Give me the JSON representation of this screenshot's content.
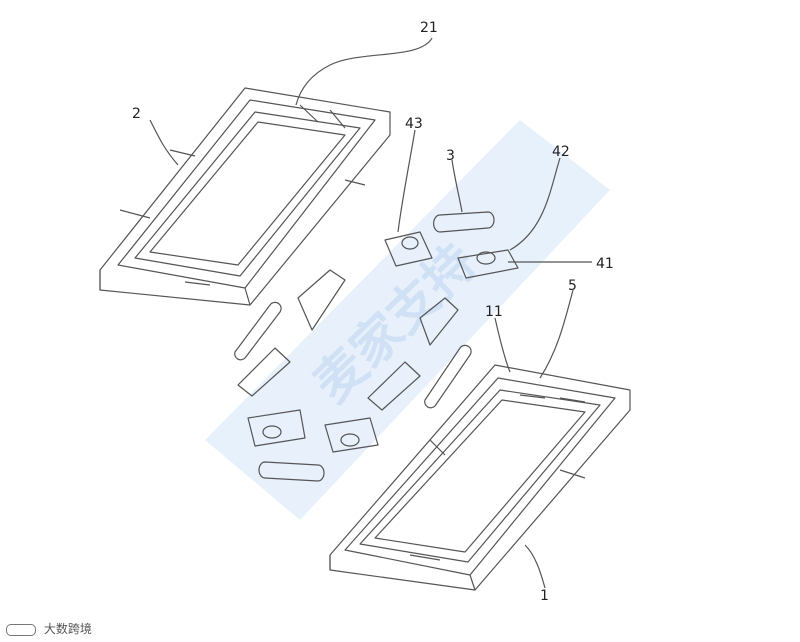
{
  "labels": {
    "l21": "21",
    "l2": "2",
    "l43": "43",
    "l3": "3",
    "l42": "42",
    "l41": "41",
    "l5": "5",
    "l11": "11",
    "l1": "1"
  },
  "watermark": {
    "text": "麦家支持"
  },
  "footer": {
    "text": "大数跨境"
  },
  "colors": {
    "line": "#555555",
    "watermark": "#c8dcf4"
  }
}
